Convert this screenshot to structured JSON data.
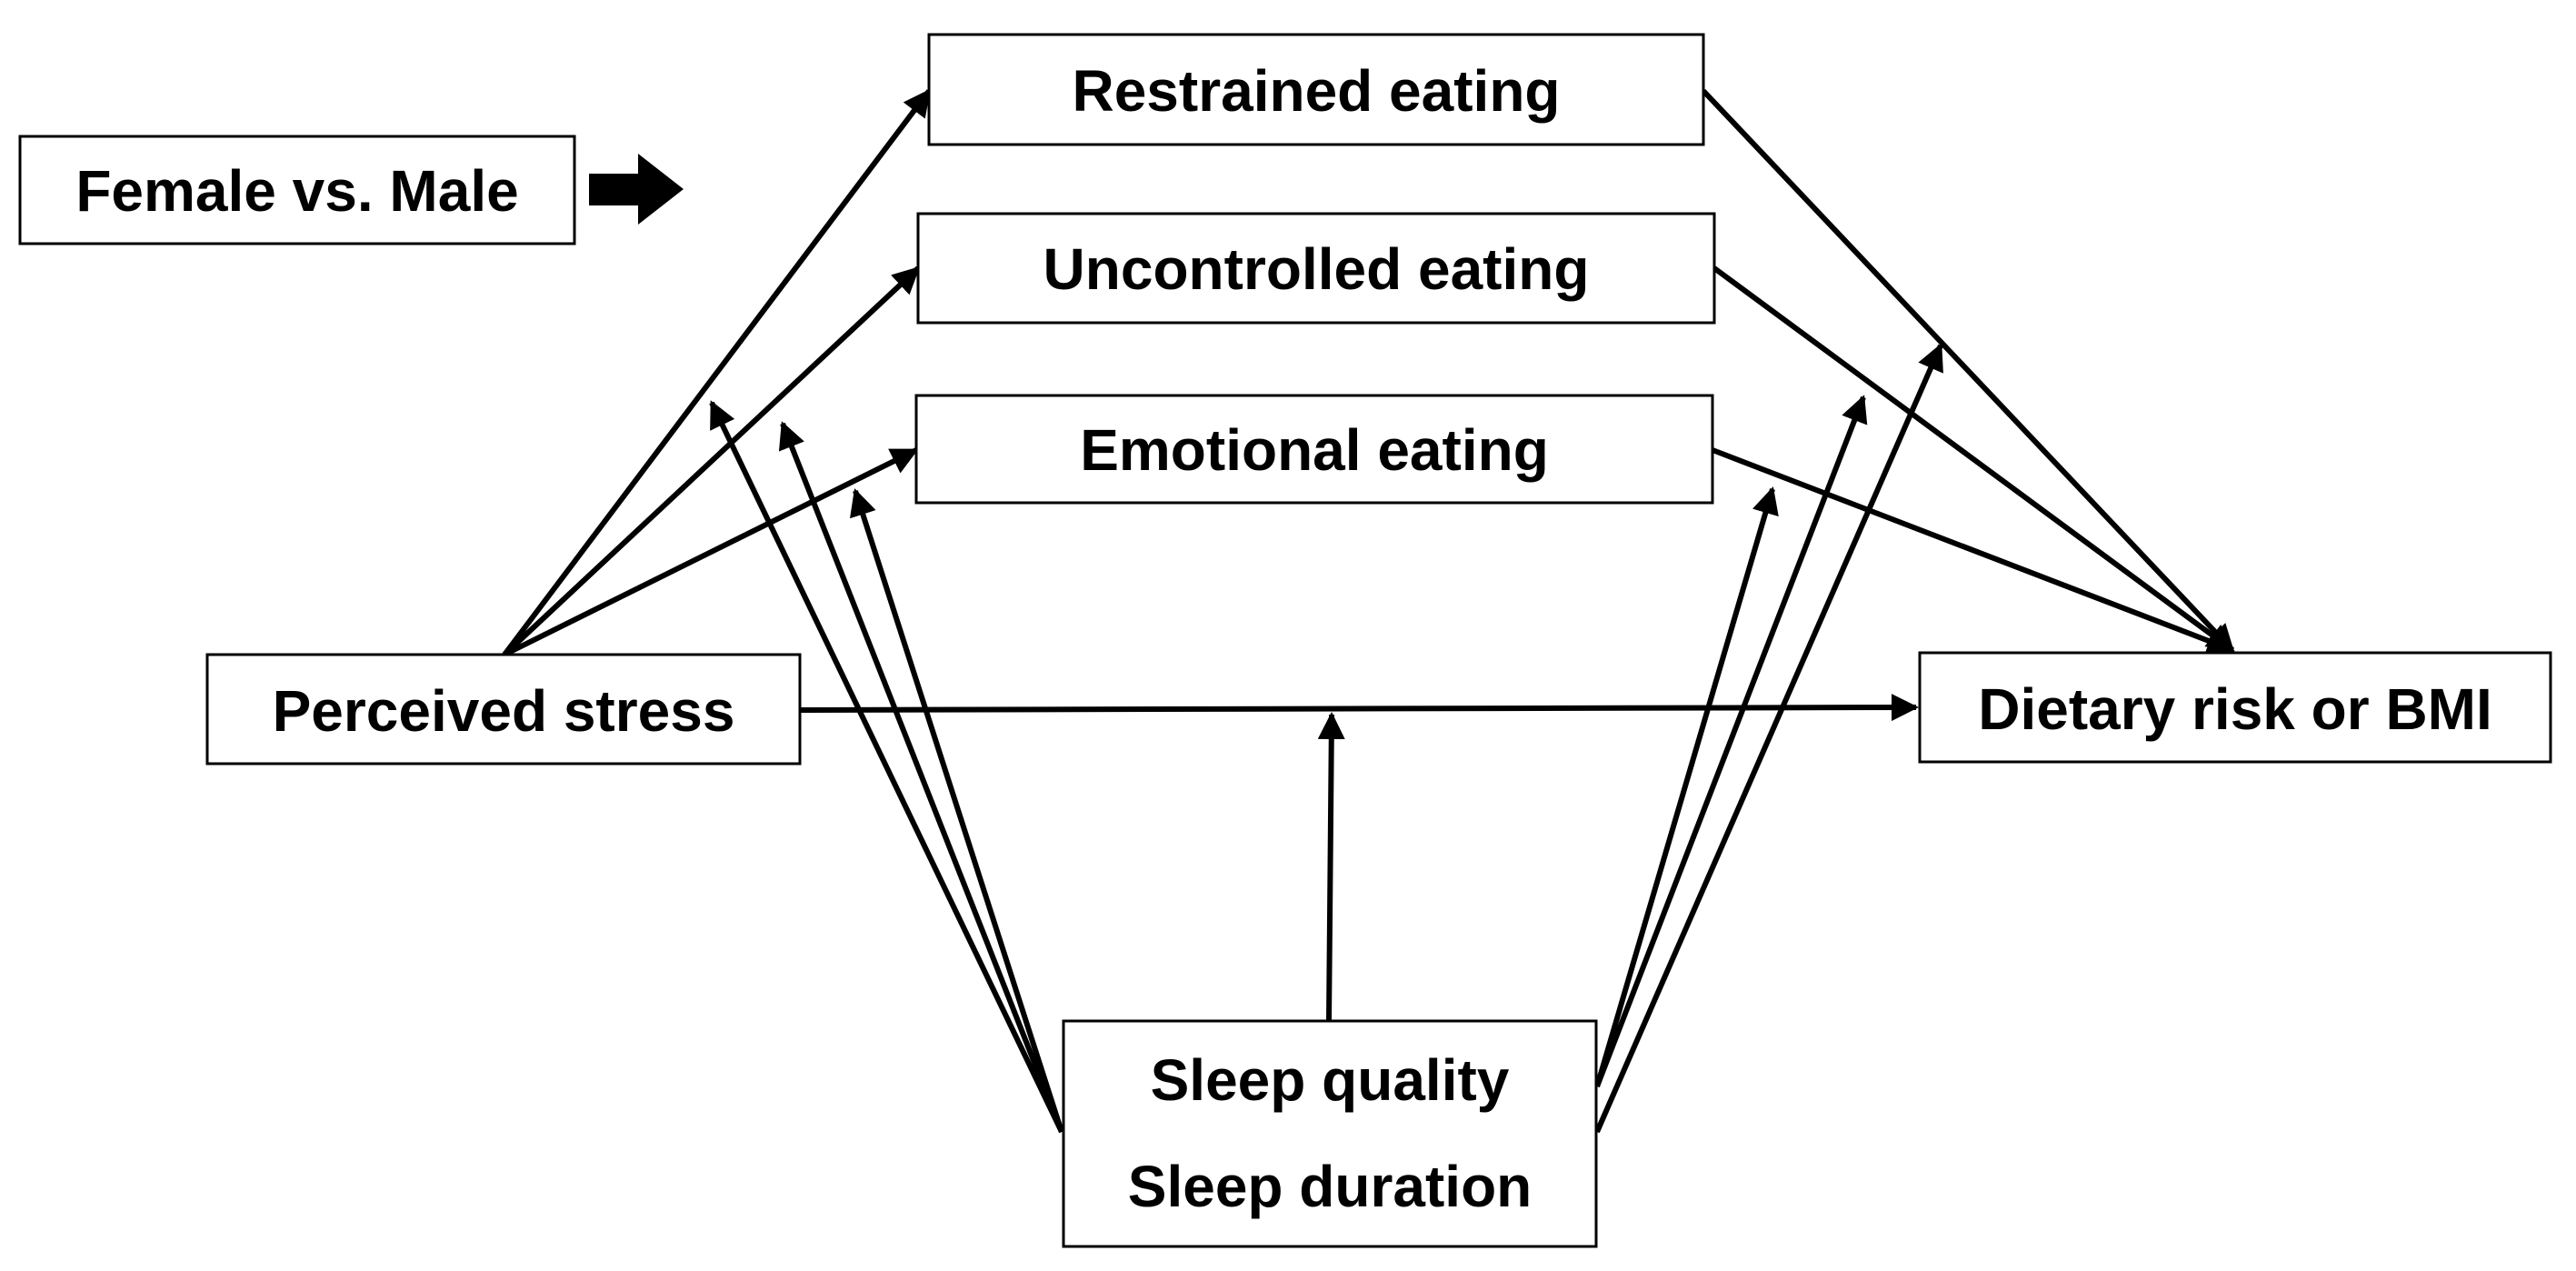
{
  "diagram": {
    "legend": {
      "label": "Female vs. Male",
      "arrow_icon": "right-block-arrow"
    },
    "nodes": {
      "restrained": "Restrained eating",
      "uncontrolled": "Uncontrolled eating",
      "emotional": "Emotional eating",
      "stress": "Perceived stress",
      "outcome": "Dietary risk or BMI",
      "sleep_quality": "Sleep quality",
      "sleep_duration": "Sleep duration"
    },
    "edges": [
      {
        "from": "stress",
        "to": "restrained",
        "type": "direct"
      },
      {
        "from": "stress",
        "to": "uncontrolled",
        "type": "direct"
      },
      {
        "from": "stress",
        "to": "emotional",
        "type": "direct"
      },
      {
        "from": "stress",
        "to": "outcome",
        "type": "direct"
      },
      {
        "from": "restrained",
        "to": "outcome",
        "type": "direct"
      },
      {
        "from": "uncontrolled",
        "to": "outcome",
        "type": "direct"
      },
      {
        "from": "emotional",
        "to": "outcome",
        "type": "direct"
      },
      {
        "from": "sleep",
        "to": "stress-restrained",
        "type": "moderation"
      },
      {
        "from": "sleep",
        "to": "stress-uncontrolled",
        "type": "moderation"
      },
      {
        "from": "sleep",
        "to": "stress-emotional",
        "type": "moderation"
      },
      {
        "from": "sleep",
        "to": "stress-outcome",
        "type": "moderation"
      },
      {
        "from": "sleep",
        "to": "restrained-outcome",
        "type": "moderation"
      },
      {
        "from": "sleep",
        "to": "uncontrolled-outcome",
        "type": "moderation"
      },
      {
        "from": "sleep",
        "to": "emotional-outcome",
        "type": "moderation"
      }
    ],
    "colors": {
      "line": "#000000",
      "background": "#ffffff"
    }
  }
}
